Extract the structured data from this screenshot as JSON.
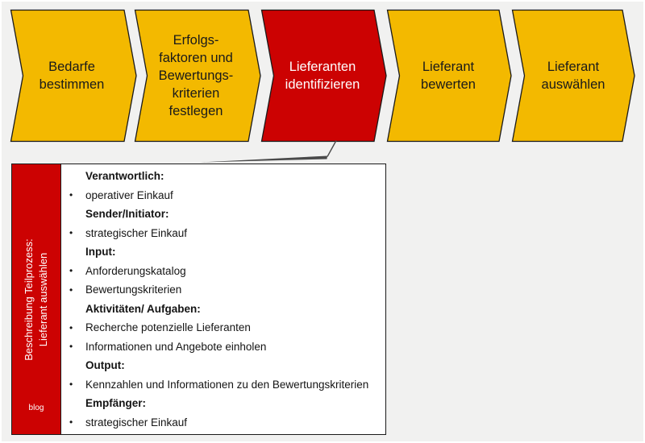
{
  "colors": {
    "step_yellow": "#f3b900",
    "step_red": "#cc0202",
    "outline": "#1a1a1a",
    "connector": "#4a4a4a",
    "panel_strip_red": "#cc0202"
  },
  "process": {
    "steps": [
      {
        "label": "Bedarfe\nbestimmen",
        "highlighted": false
      },
      {
        "label": "Erfolgs-\nfaktoren und\nBewertungs-\nkriterien\nfestlegen",
        "highlighted": false
      },
      {
        "label": "Lieferanten\nidentifizieren",
        "highlighted": true
      },
      {
        "label": "Lieferant\nbewerten",
        "highlighted": false
      },
      {
        "label": "Lieferant\nauswählen",
        "highlighted": false
      }
    ]
  },
  "panel": {
    "side_label": "Beschreibung Teilprozess:\nLieferant auswählen",
    "watermark": "blog",
    "bullet_glyph": "•",
    "lines": [
      {
        "type": "header",
        "text": "Verantwortlich:"
      },
      {
        "type": "bullet",
        "text": "operativer Einkauf"
      },
      {
        "type": "header",
        "text": "Sender/Initiator:"
      },
      {
        "type": "bullet",
        "text": "strategischer Einkauf"
      },
      {
        "type": "header",
        "text": "Input:"
      },
      {
        "type": "bullet",
        "text": "Anforderungskatalog"
      },
      {
        "type": "bullet",
        "text": "Bewertungskriterien"
      },
      {
        "type": "header",
        "text": "Aktivitäten/ Aufgaben:"
      },
      {
        "type": "bullet",
        "text": "Recherche potenzielle Lieferanten"
      },
      {
        "type": "bullet",
        "text": "Informationen und Angebote einholen"
      },
      {
        "type": "header",
        "text": "Output:"
      },
      {
        "type": "bullet",
        "text": "Kennzahlen und Informationen zu den Bewertungskriterien"
      },
      {
        "type": "header",
        "text": "Empfänger:"
      },
      {
        "type": "bullet",
        "text": "strategischer Einkauf"
      }
    ]
  }
}
